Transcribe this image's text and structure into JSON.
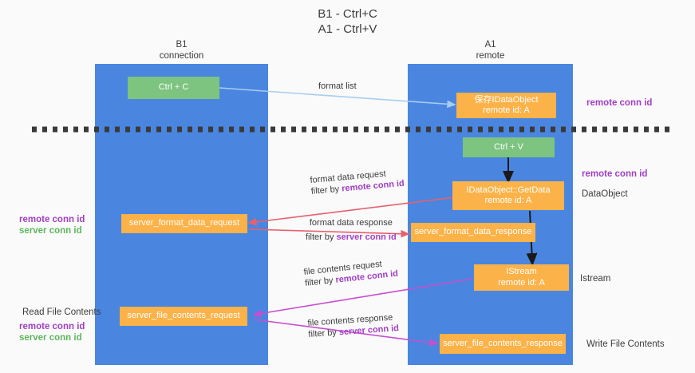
{
  "title": {
    "line1": "B1 - Ctrl+C",
    "line2": "A1 - Ctrl+V"
  },
  "lanes": [
    {
      "name": "B1",
      "subtitle": "connection",
      "color": "#4a86e0"
    },
    {
      "name": "A1",
      "subtitle": "remote",
      "color": "#4a86e0"
    }
  ],
  "boxes": {
    "ctrl_c": {
      "line1": "Ctrl + C",
      "line2": "",
      "color": "#7cc47f"
    },
    "save_idataobject": {
      "line1": "保存IDataObject",
      "line2": "remote id: A",
      "color": "#fbb248"
    },
    "ctrl_v": {
      "line1": "Ctrl + V",
      "line2": "",
      "color": "#7cc47f"
    },
    "getdata": {
      "line1": "IDataObject::GetData",
      "line2": "remote id: A",
      "color": "#fbb248"
    },
    "server_format_data_request": {
      "line1": "server_format_data_request",
      "line2": "",
      "color": "#fbb248"
    },
    "server_format_data_response": {
      "line1": "server_format_data_response",
      "line2": "",
      "color": "#fbb248"
    },
    "istream": {
      "line1": "IStream",
      "line2": "remote id: A",
      "color": "#fbb248"
    },
    "server_file_contents_request": {
      "line1": "server_file_contents_request",
      "line2": "",
      "color": "#fbb248"
    },
    "server_file_contents_response": {
      "line1": "server_file_contents_response",
      "line2": "",
      "color": "#fbb248"
    }
  },
  "edges": {
    "format_list": {
      "label": "format list",
      "color": "#a8cdf0"
    },
    "format_data_request": {
      "l1": "format data request",
      "l2_pre": "filter by ",
      "l2_key": "remote conn id",
      "color": "#e8606b"
    },
    "format_data_response": {
      "l1": "format data response",
      "l2_pre": "filter by ",
      "l2_key": "server conn id",
      "color": "#e8606b"
    },
    "file_contents_request": {
      "l1": "file contents request",
      "l2_pre": "filter by ",
      "l2_key": "remote conn id",
      "color": "#c64fd0"
    },
    "file_contents_response": {
      "l1": "file contents response",
      "l2_pre": "filter by ",
      "l2_key": "server conn id",
      "color": "#c64fd0"
    }
  },
  "notes": {
    "right_top": "remote conn id",
    "right_getdata": "remote conn id",
    "right_dataobject": "DataObject",
    "right_istream": "Istream",
    "right_write_file": "Write File Contents",
    "left_format_rc": "remote conn id",
    "left_format_sc": "server conn id",
    "left_read_file": "Read File Contents",
    "left_file_rc": "remote conn id",
    "left_file_sc": "server conn id"
  },
  "colors": {
    "lane": "#4a86e0",
    "green": "#7cc47f",
    "orange": "#fbb248",
    "remote_conn": "#a13fc4",
    "server_conn": "#5cb85c",
    "red_arrow": "#e8606b",
    "magenta_arrow": "#c64fd0",
    "lightblue_arrow": "#a8cdf0",
    "dashed": "#3a3a3a",
    "background": "#fafafa"
  }
}
